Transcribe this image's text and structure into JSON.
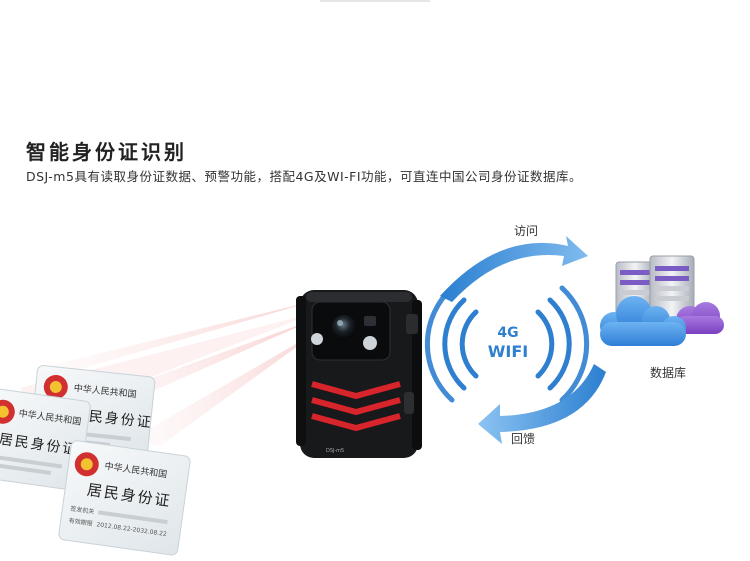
{
  "section": {
    "title": "智能身份证识别",
    "description": "DSJ-m5具有读取身份证数据、预警功能，搭配4G及WI-FI功能，可直连中国公司身份证数据库。"
  },
  "labels": {
    "visit": "访问",
    "database": "数据库",
    "feedback": "回馈"
  },
  "badge": {
    "line1": "4G",
    "line2": "WIFI"
  },
  "camera": {
    "model_mark": "DSJ-m5"
  },
  "id_card": {
    "header": "中华人民共和国",
    "name": "居民身份证",
    "issuer_label": "签发机关",
    "validity_label": "有效期限",
    "validity_value": "2012.08.22-2032.08.22"
  },
  "colors": {
    "arrow_blue": "#3a8fd8",
    "badge_text": "#2f7fd0",
    "camera_red": "#d8242b",
    "cloud_blue": "#3f93e6",
    "server_purple": "#8a4fc8"
  }
}
